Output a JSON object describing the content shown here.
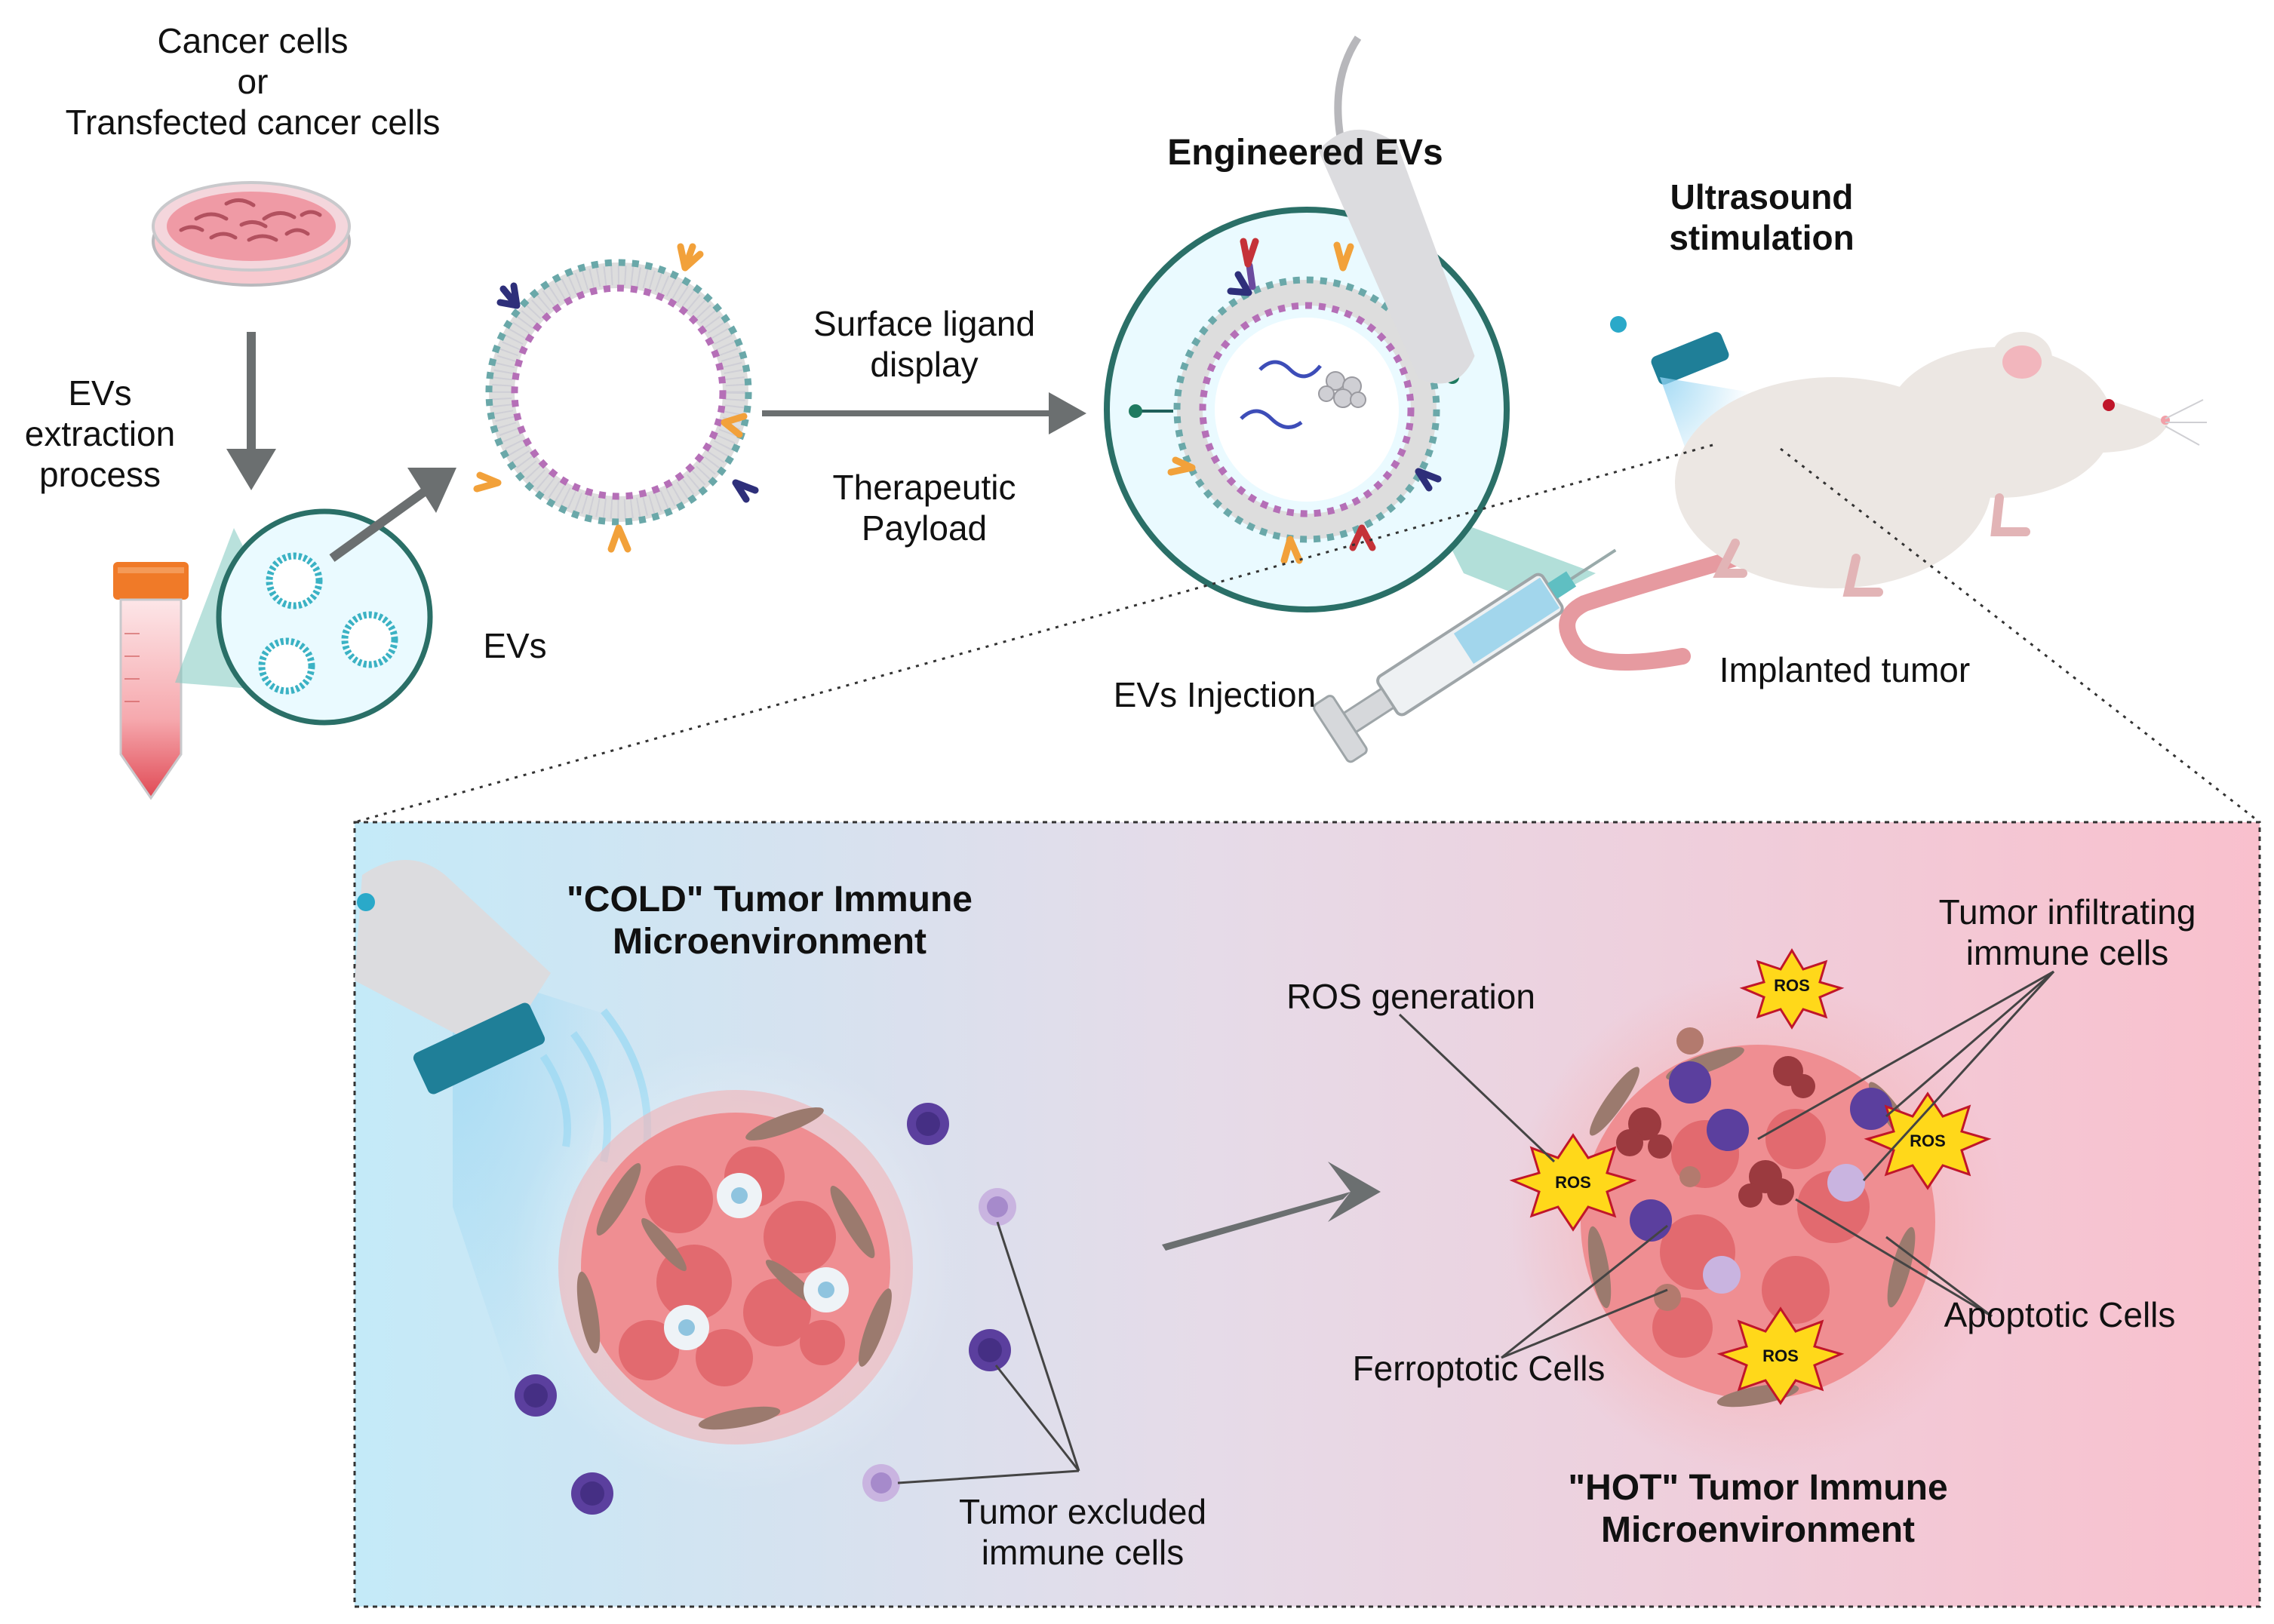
{
  "top": {
    "source_lines": [
      "Cancer cells",
      "or",
      "Transfected cancer cells"
    ],
    "extraction_lines": [
      "EVs",
      "extraction",
      "process"
    ],
    "evs_label": "EVs",
    "surface_ligand_lines": [
      "Surface ligand",
      "display"
    ],
    "therapeutic_lines": [
      "Therapeutic",
      "Payload"
    ],
    "engineered_title": "Engineered EVs",
    "ultrasound_lines": [
      "Ultrasound",
      "stimulation"
    ],
    "injection_label": "EVs Injection",
    "tumor_label": "Implanted tumor"
  },
  "cold": {
    "title_lines": [
      "\"COLD\" Tumor Immune",
      "Microenvironment"
    ],
    "excluded_lines": [
      "Tumor excluded",
      "immune cells"
    ]
  },
  "hot": {
    "title_lines": [
      "\"HOT\" Tumor Immune",
      "Microenvironment"
    ],
    "ros_generation": "ROS generation",
    "infiltrating_lines": [
      "Tumor infiltrating",
      "immune cells"
    ],
    "apoptotic": "Apoptotic Cells",
    "ferroptotic": "Ferroptotic Cells",
    "ros_badge": "ROS"
  },
  "colors": {
    "teal": "#2f9a92",
    "teal_dark": "#1f5f5a",
    "arrow_gray": "#6b6f70",
    "tumor_pink": "#e86a6e",
    "immune_purple": "#5b3f9e",
    "ros_yellow": "#ffd81a",
    "panel_left": "#c9ecf8",
    "panel_right": "#f9c4cf"
  },
  "icons": [
    "petri-dish-icon",
    "centrifuge-tube-icon",
    "ev-vesicle-icon",
    "mouse-icon",
    "syringe-icon",
    "ultrasound-probe-icon",
    "tumor-cluster-icon",
    "immune-cell-icon",
    "ros-burst-icon"
  ]
}
